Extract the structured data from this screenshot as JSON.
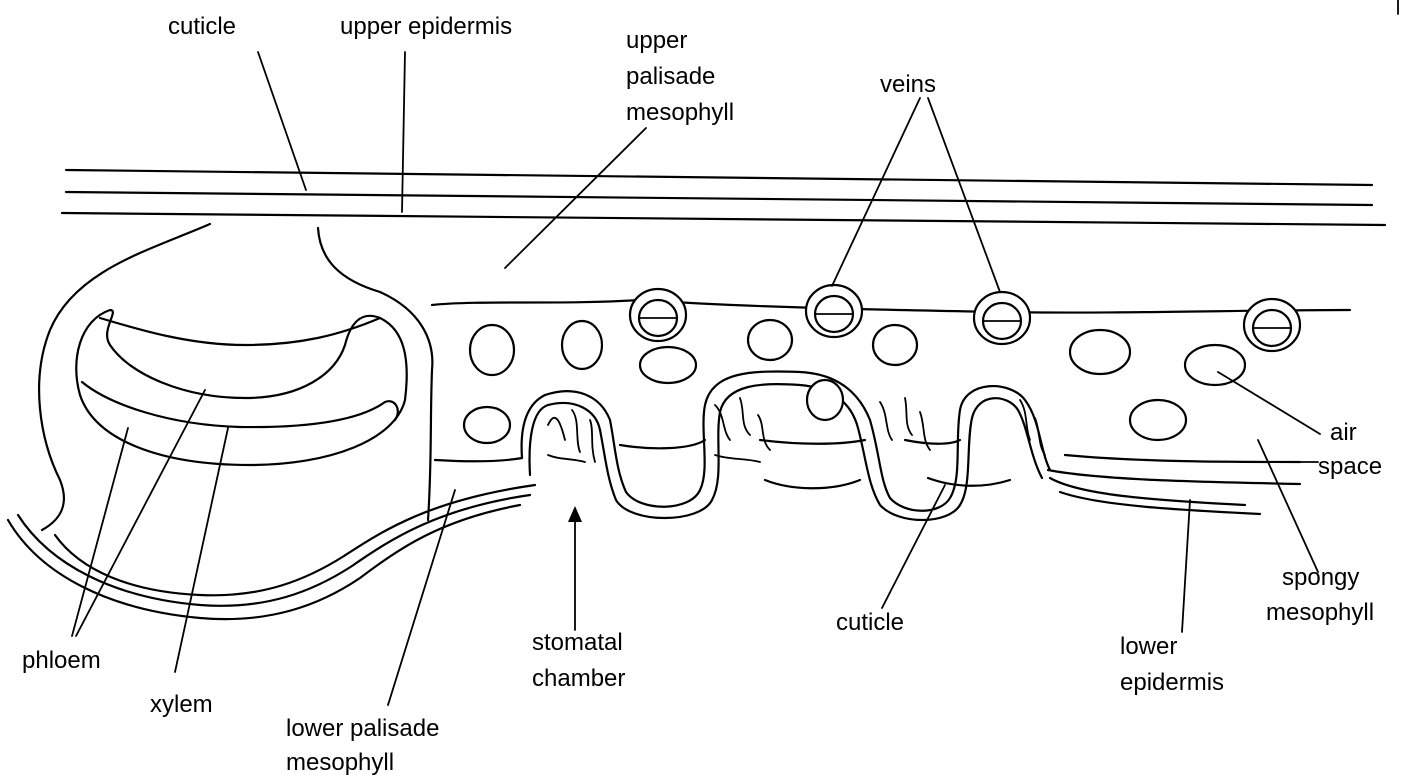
{
  "labels": {
    "cuticle_top": "cuticle",
    "upper_epidermis": "upper epidermis",
    "upper_palisade_1": "upper",
    "upper_palisade_2": "palisade",
    "upper_palisade_3": "mesophyll",
    "veins": "veins",
    "air_space_1": "air",
    "air_space_2": "space",
    "spongy_1": "spongy",
    "spongy_2": "mesophyll",
    "phloem": "phloem",
    "xylem": "xylem",
    "lower_palisade_1": "lower palisade",
    "lower_palisade_2": "mesophyll",
    "stomatal_1": "stomatal",
    "stomatal_2": "chamber",
    "cuticle_bottom": "cuticle",
    "lower_epidermis_1": "lower",
    "lower_epidermis_2": "epidermis"
  }
}
